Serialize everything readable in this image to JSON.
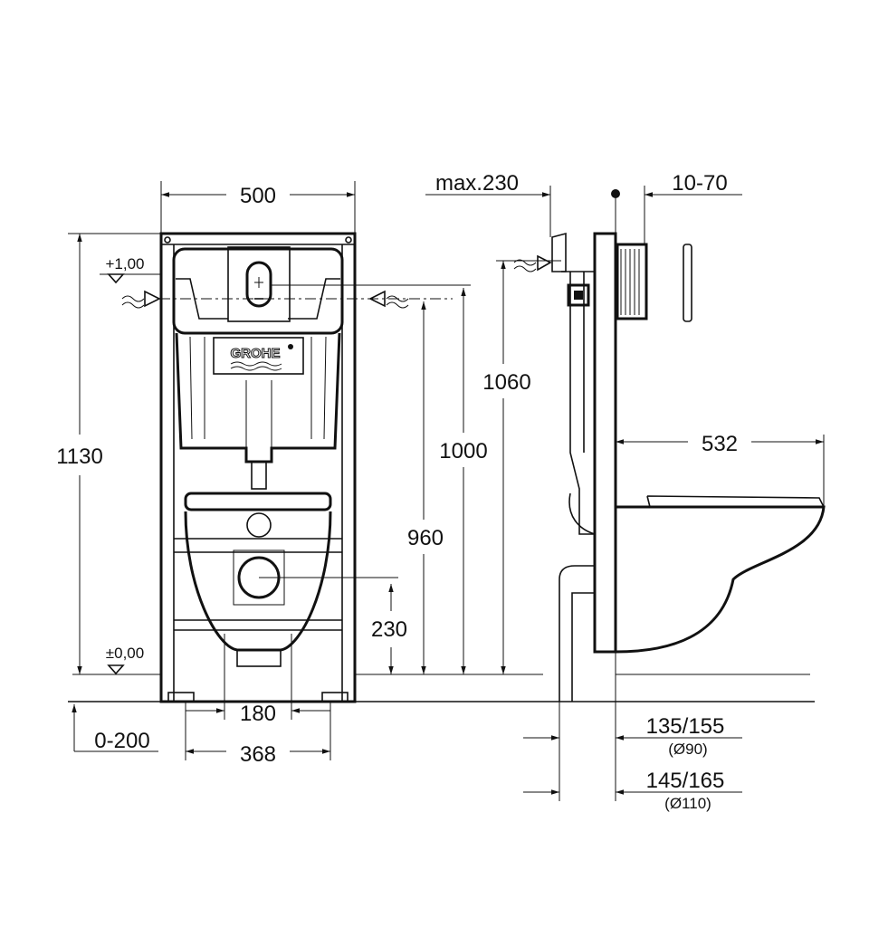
{
  "drawing": {
    "brand_logo": "GROHE",
    "front_view": {
      "width_frame": "500",
      "height_frame": "1130",
      "level_top": "+1,00",
      "level_zero": "±0,00",
      "floor_adjust": "0-200",
      "bolt_spacing": "180",
      "foot_spacing": "368",
      "drain_height": "230",
      "inlet_height": "960",
      "top_1000": "1000",
      "top_1060": "1060"
    },
    "side_view": {
      "max_depth": "max.230",
      "wall_range": "10-70",
      "bowl_projection": "532",
      "pipe_90": "135/155",
      "pipe_90_dia": "(Ø90)",
      "pipe_110": "145/165",
      "pipe_110_dia": "(Ø110)"
    }
  }
}
